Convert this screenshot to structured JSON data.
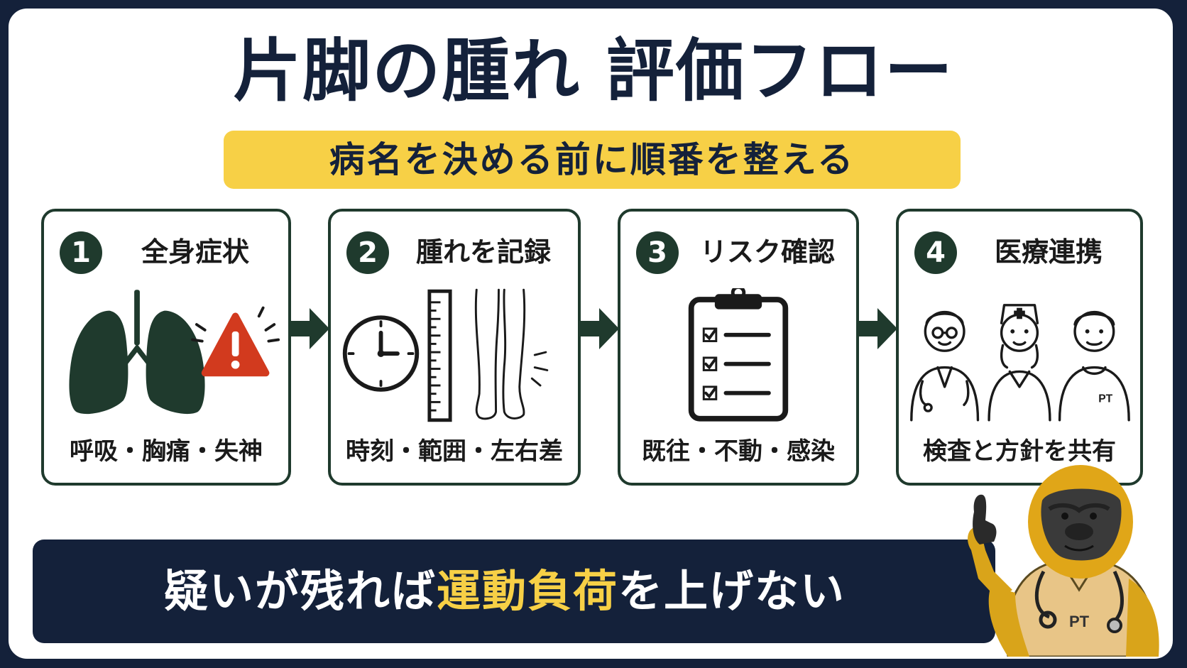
{
  "title": "片脚の腫れ 評価フロー",
  "subtitle": "病名を決める前に順番を整える",
  "steps": [
    {
      "number": "1",
      "title": "全身症状",
      "desc": "呼吸・胸痛・失神",
      "icon": "lungs-and-warning-icon"
    },
    {
      "number": "2",
      "title": "腫れを記録",
      "desc": "時刻・範囲・左右差",
      "icon": "clock-ruler-legs-icon"
    },
    {
      "number": "3",
      "title": "リスク確認",
      "desc": "既往・不動・感染",
      "icon": "clipboard-checklist-icon"
    },
    {
      "number": "4",
      "title": "医療連携",
      "desc": "検査と方針を共有",
      "icon": "medical-team-icon"
    }
  ],
  "team_badge": "PT",
  "banner": {
    "before": "疑いが残れば",
    "highlight": "運動負荷",
    "after": "を上げない"
  },
  "mascot_badge": "PT",
  "colors": {
    "navy": "#14213a",
    "yellow": "#f7d046",
    "green": "#1f3a2d",
    "red": "#d23a1e"
  }
}
